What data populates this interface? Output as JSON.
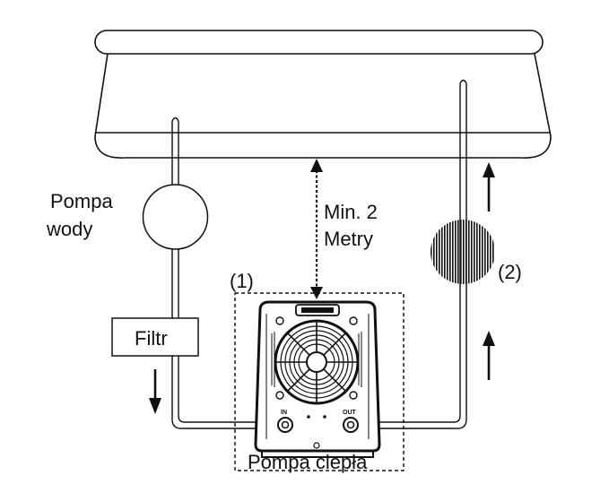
{
  "labels": {
    "water_pump": [
      "Pompa",
      "wody"
    ],
    "filter": "Filtr",
    "distance": [
      "Min. 2",
      "Metry"
    ],
    "heat_pump_number": "(1)",
    "heat_pump": "Pompa ciepła",
    "item2_number": "(2)",
    "inlet": "IN",
    "outlet": "OUT"
  }
}
